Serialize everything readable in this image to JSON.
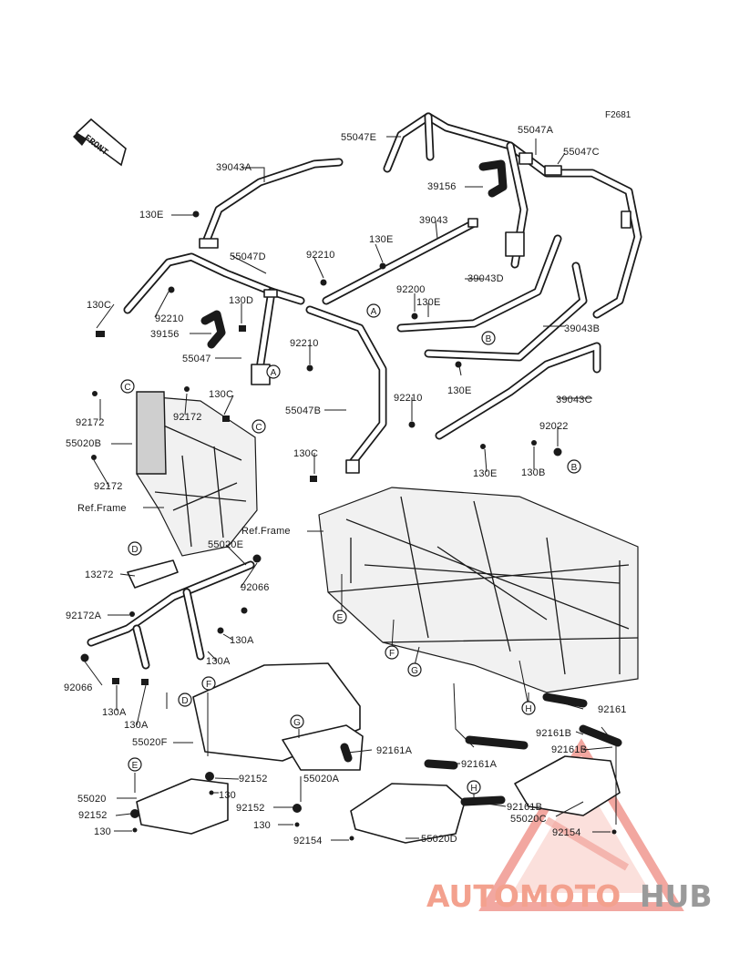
{
  "diagram": {
    "code": "F2681",
    "front_label": "FRONT",
    "labels": {
      "l_39043A": "39043A",
      "l_130E_1": "130E",
      "l_55047E": "55047E",
      "l_55047A": "55047A",
      "l_55047C": "55047C",
      "l_39156_1": "39156",
      "l_39043": "39043",
      "l_130E_2": "130E",
      "l_55047D": "55047D",
      "l_92210_1": "92210",
      "l_130C_1": "130C",
      "l_92210_2": "92210",
      "l_130D": "130D",
      "l_92200": "92200",
      "l_39043D": "39043D",
      "l_130E_3": "130E",
      "l_39156_2": "39156",
      "l_39043B": "39043B",
      "l_55047": "55047",
      "l_92210_3": "92210",
      "l_130E_4": "130E",
      "l_130C_2": "130C",
      "l_55047B": "55047B",
      "l_92210_4": "92210",
      "l_39043C": "39043C",
      "l_92172_1": "92172",
      "l_92172_2": "92172",
      "l_55020B": "55020B",
      "l_92022": "92022",
      "l_130C_3": "130C",
      "l_130E_5": "130E",
      "l_130B": "130B",
      "l_92172_3": "92172",
      "l_ref_frame_1": "Ref.Frame",
      "l_ref_frame_2": "Ref.Frame",
      "l_55020E": "55020E",
      "l_13272": "13272",
      "l_92066_1": "92066",
      "l_92172A": "92172A",
      "l_130A_1": "130A",
      "l_130A_2": "130A",
      "l_92066_2": "92066",
      "l_130A_3": "130A",
      "l_130A_4": "130A",
      "l_92161": "92161",
      "l_92161B_1": "92161B",
      "l_92161B_2": "92161B",
      "l_55020F": "55020F",
      "l_92161A_1": "92161A",
      "l_92161A_2": "92161A",
      "l_92152_1": "92152",
      "l_55020A": "55020A",
      "l_130_1": "130",
      "l_55020": "55020",
      "l_92152_2": "92152",
      "l_92152_3": "92152",
      "l_130_2": "130",
      "l_130_3": "130",
      "l_92154_1": "92154",
      "l_55020D": "55020D",
      "l_92161B_3": "92161B",
      "l_55020C": "55020C",
      "l_92154_2": "92154"
    },
    "callouts": [
      "A",
      "B",
      "C",
      "D",
      "E",
      "F",
      "G",
      "H"
    ]
  },
  "watermark": {
    "text_a": "AUTOMOTO",
    "text_b": "HUB",
    "color_a": "#f3a18e",
    "color_b": "#9a9a9a",
    "triangle_color": "#e8514a"
  }
}
